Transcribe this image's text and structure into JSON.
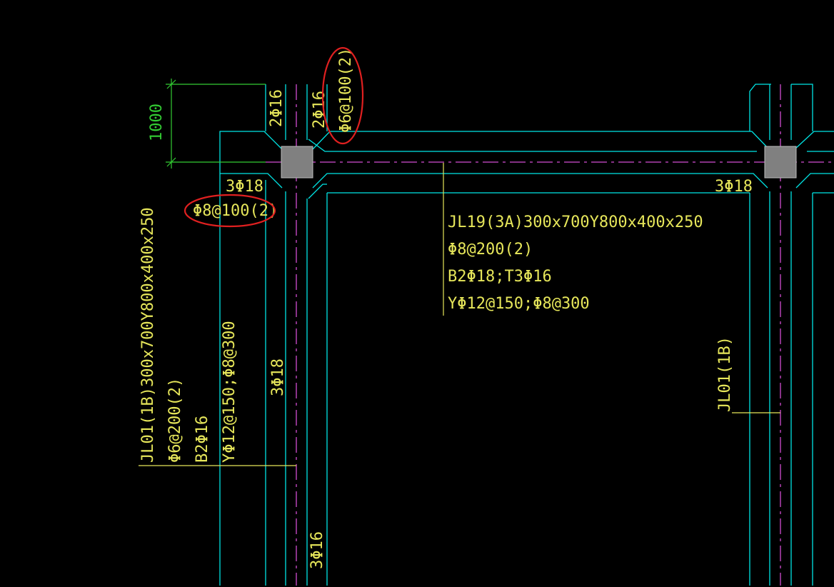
{
  "colors": {
    "background": "#000000",
    "beam_outline": "#00e5e5",
    "centerline": "#d24dd2",
    "text": "#e6e65a",
    "dimension": "#33cc33",
    "highlight_ring": "#e02020",
    "column_fill": "#808080"
  },
  "dimension": {
    "value": "1000"
  },
  "rebar_labels": {
    "top_left_column_2phi16": "2Φ16",
    "top_mid_column_2phi16": "2Φ16",
    "stirrup_highlight_vertical": "Φ6@100(2)",
    "left_3phi18": "3Φ18",
    "stirrup_highlight_horizontal": "Φ8@100(2)",
    "right_3phi18": "3Φ18",
    "vertical_3phi18": "3Φ18",
    "bottom_3phi16": "3Φ16"
  },
  "beam_jl19": {
    "line1": "JL19(3A)300x700Y800x400x250",
    "line2": "Φ8@200(2)",
    "line3": "B2Φ18;T3Φ16",
    "line4": "YΦ12@150;Φ8@300"
  },
  "beam_jl01_left": {
    "line1": "JL01(1B)300x700Y800x400x250",
    "line2": "Φ6@200(2)",
    "line3": "B2Φ16",
    "line4": "YΦ12@150;Φ8@300"
  },
  "beam_jl01_right": {
    "line1": "JL01(1B)"
  }
}
